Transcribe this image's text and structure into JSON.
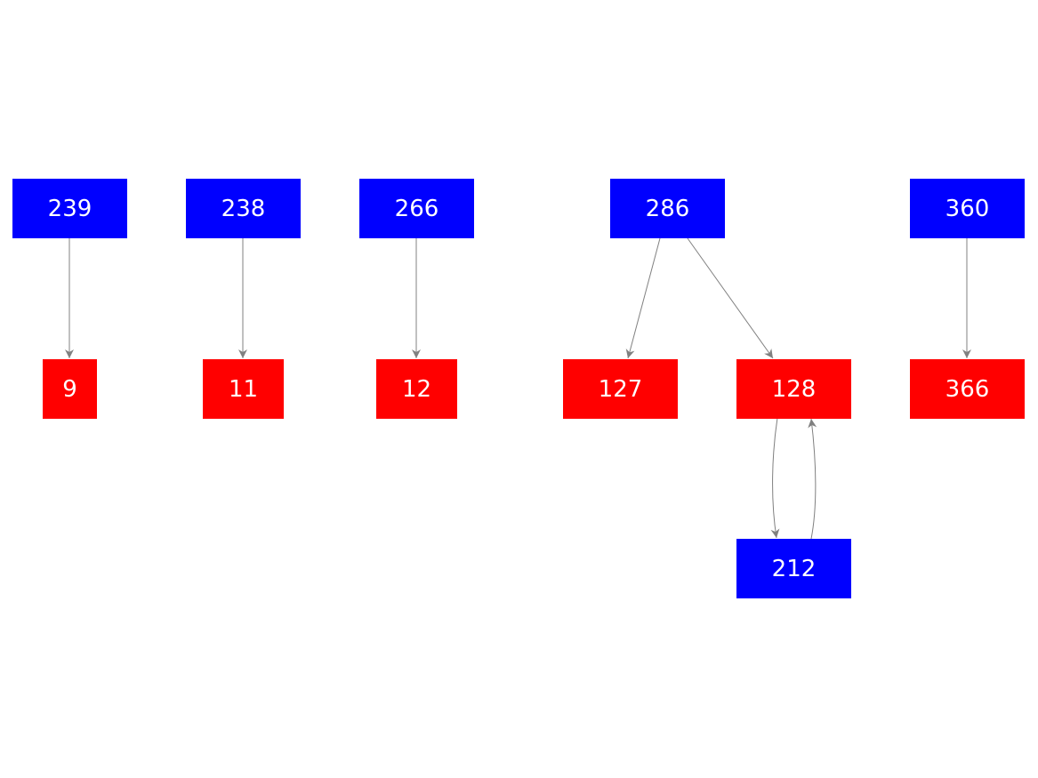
{
  "graph": {
    "colors": {
      "source": "#0000ff",
      "target": "#ff0000",
      "edge": "#808080"
    },
    "nodes": [
      {
        "id": "239",
        "label": "239",
        "group": "source"
      },
      {
        "id": "238",
        "label": "238",
        "group": "source"
      },
      {
        "id": "266",
        "label": "266",
        "group": "source"
      },
      {
        "id": "286",
        "label": "286",
        "group": "source"
      },
      {
        "id": "360",
        "label": "360",
        "group": "source"
      },
      {
        "id": "9",
        "label": "9",
        "group": "target"
      },
      {
        "id": "11",
        "label": "11",
        "group": "target"
      },
      {
        "id": "12",
        "label": "12",
        "group": "target"
      },
      {
        "id": "127",
        "label": "127",
        "group": "target"
      },
      {
        "id": "128",
        "label": "128",
        "group": "target"
      },
      {
        "id": "366",
        "label": "366",
        "group": "target"
      },
      {
        "id": "212",
        "label": "212",
        "group": "source"
      }
    ],
    "edges": [
      {
        "from": "239",
        "to": "9"
      },
      {
        "from": "238",
        "to": "11"
      },
      {
        "from": "266",
        "to": "12"
      },
      {
        "from": "286",
        "to": "127"
      },
      {
        "from": "286",
        "to": "128"
      },
      {
        "from": "360",
        "to": "366"
      },
      {
        "from": "128",
        "to": "212"
      },
      {
        "from": "212",
        "to": "128"
      }
    ]
  }
}
